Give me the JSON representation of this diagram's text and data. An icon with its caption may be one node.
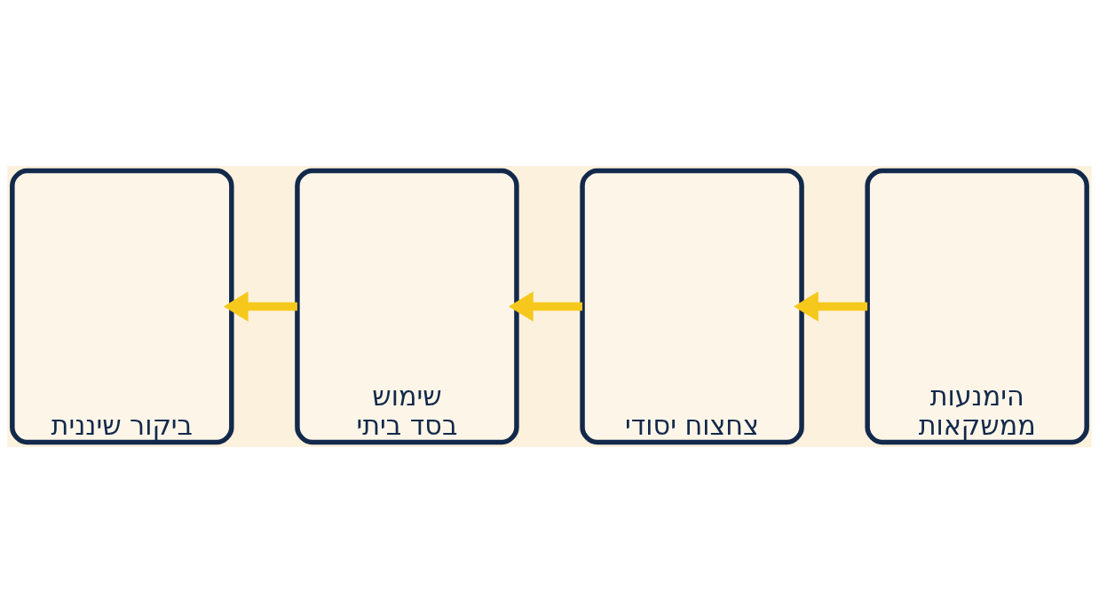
{
  "diagram": {
    "nodes": [
      {
        "text": [
          "הימנעות ממשקאות"
        ]
      },
      {
        "text": [
          "צחצוח יסודי"
        ]
      },
      {
        "text": [
          "שימוש בסד ביתי"
        ]
      },
      {
        "text": [
          "ביקור שיננית"
        ]
      }
    ],
    "edges": [
      {
        "from": 0,
        "to": 1,
        "arrow": "to"
      },
      {
        "from": 1,
        "to": 2,
        "arrow": "to"
      },
      {
        "from": 2,
        "to": 3,
        "arrow": "to"
      }
    ]
  }
}
